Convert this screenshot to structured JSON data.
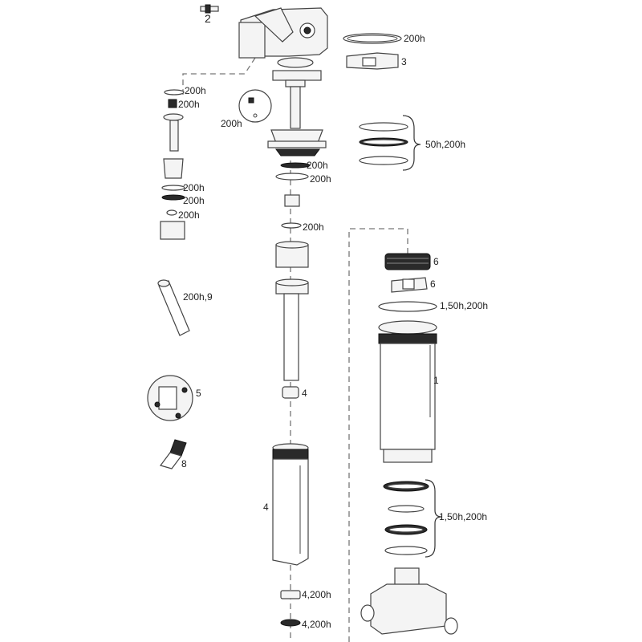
{
  "labels": {
    "top_2": "2",
    "top_ring_200h": "200h",
    "top_clip_3": "3",
    "left_oring_1": "200h",
    "left_nut": "200h",
    "left_disc": "200h",
    "left_ring_a": "200h",
    "left_ring_b": "200h",
    "left_cap": "200h",
    "center_oring_1": "200h",
    "center_oring_2": "200h",
    "center_oring_3": "200h",
    "right_rings": "50h,200h",
    "right_spring_6": "6",
    "right_nut_6": "6",
    "right_oring": "1,50h,200h",
    "housing_1": "1",
    "lower_rings": "1,50h,200h",
    "pin": "200h,9",
    "adapter_5": "5",
    "valve_8": "8",
    "small_ring_4": "4",
    "tube_4": "4",
    "bottom_ring_a": "4,200h",
    "bottom_ring_b": "4,200h"
  }
}
